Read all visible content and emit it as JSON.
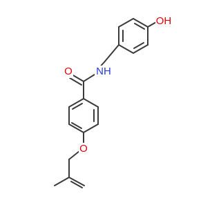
{
  "structure": {
    "atom_labels": {
      "hydroxyl_oxygen": "OH",
      "amide_nitrogen": "NH",
      "carbonyl_oxygen": "O",
      "ether_oxygen": "O"
    },
    "colors": {
      "bond": "#3a3a3a",
      "oxygen": "#e3000b",
      "nitrogen": "#2a3ad6",
      "background": "#ffffff"
    }
  }
}
